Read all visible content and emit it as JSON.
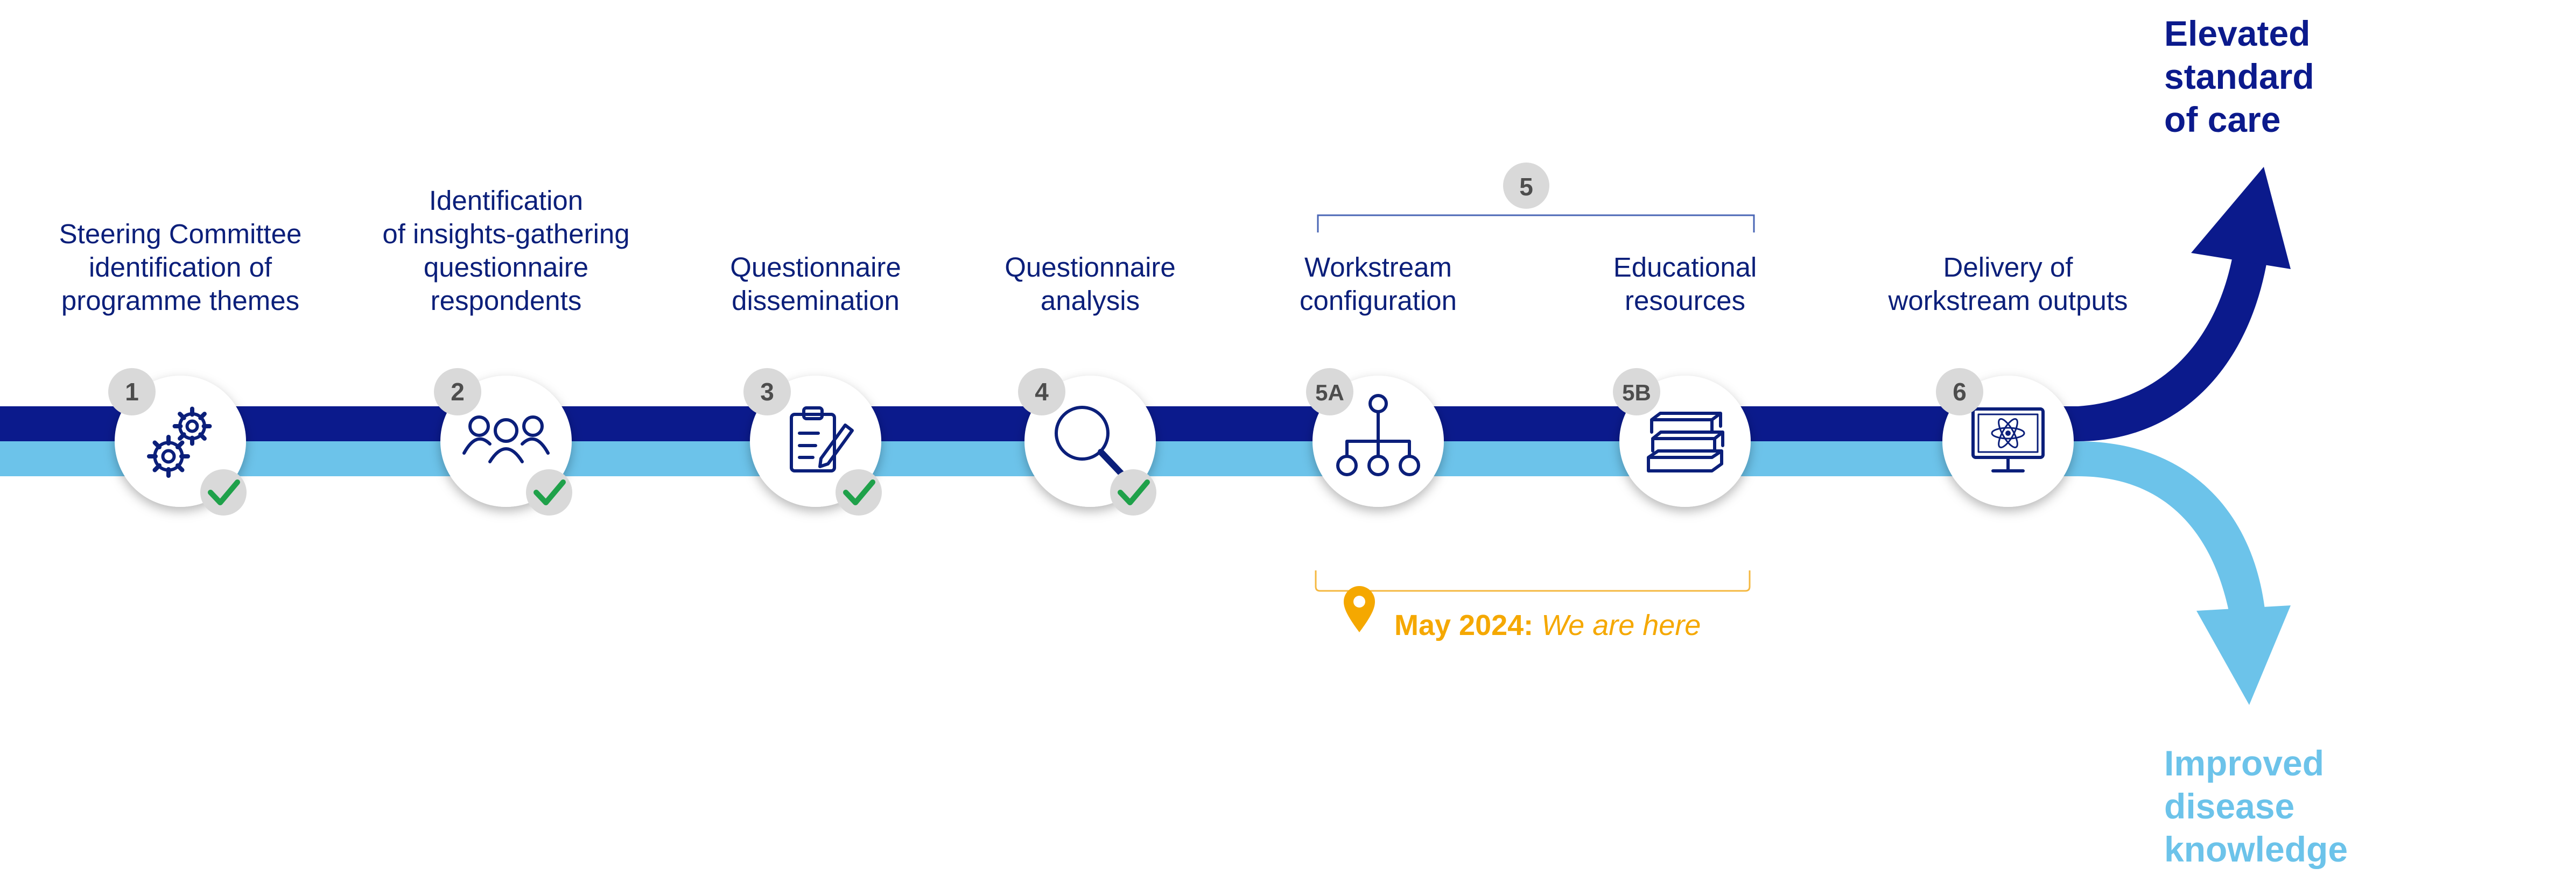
{
  "colors": {
    "dark_navy": "#0b1a8c",
    "light_blue": "#6cc3ea",
    "label_text": "#0b1f7a",
    "badge": "#d9d9d9",
    "badge_text": "#4d4d4d",
    "check": "#1fa14a",
    "highlight": "#f5a800",
    "icon_stroke": "#0b1f7a"
  },
  "steps": [
    {
      "number": "1",
      "label_lines": [
        "Steering Committee",
        "identification of",
        "programme themes"
      ],
      "icon": "gears-icon",
      "completed": true
    },
    {
      "number": "2",
      "label_lines": [
        "Identification",
        "of insights-gathering",
        "questionnaire",
        "respondents"
      ],
      "icon": "people-group-icon",
      "completed": true
    },
    {
      "number": "3",
      "label_lines": [
        "Questionnaire",
        "dissemination"
      ],
      "icon": "clipboard-pen-icon",
      "completed": true
    },
    {
      "number": "4",
      "label_lines": [
        "Questionnaire",
        "analysis"
      ],
      "icon": "magnifier-icon",
      "completed": true
    },
    {
      "number": "5A",
      "label_lines": [
        "Workstream",
        "configuration"
      ],
      "icon": "org-chart-icon",
      "completed": false
    },
    {
      "number": "5B",
      "label_lines": [
        "Educational",
        "resources"
      ],
      "icon": "books-icon",
      "completed": false
    },
    {
      "number": "6",
      "label_lines": [
        "Delivery of",
        "workstream outputs"
      ],
      "icon": "monitor-atom-icon",
      "completed": false
    }
  ],
  "group_label": "5",
  "current_marker": {
    "date": "May 2024:",
    "text": "We are here",
    "icon": "location-pin-icon"
  },
  "outcomes": {
    "upper": [
      "Elevated",
      "standard",
      "of care"
    ],
    "lower": [
      "Improved",
      "disease",
      "knowledge"
    ]
  }
}
